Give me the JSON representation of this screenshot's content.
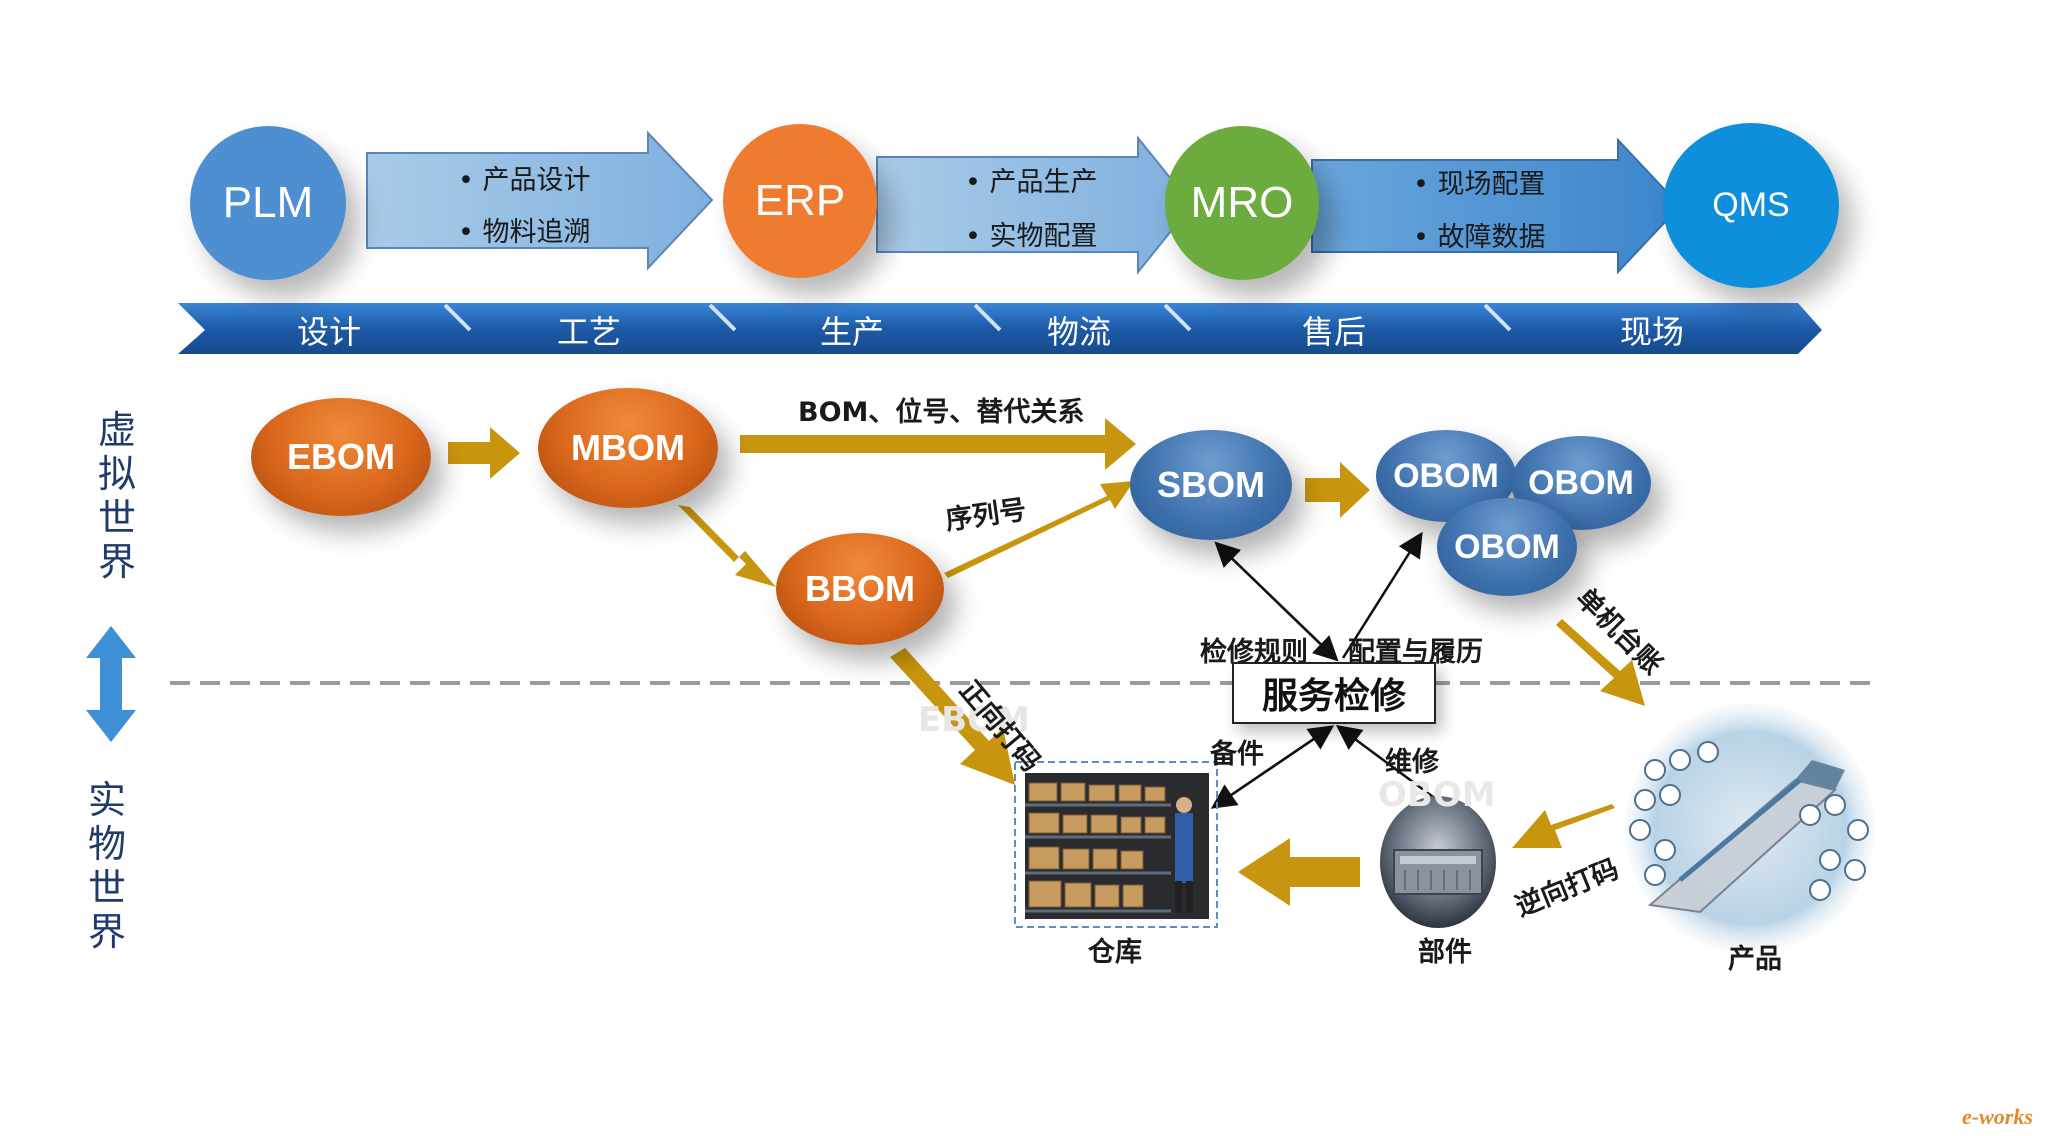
{
  "systems": {
    "plm": "PLM",
    "erp": "ERP",
    "mro": "MRO",
    "qms": "QMS"
  },
  "phase_notes": {
    "plm_erp": [
      "产品设计",
      "物料追溯"
    ],
    "erp_mro": [
      "产品生产",
      "实物配置"
    ],
    "mro_qms": [
      "现场配置",
      "故障数据"
    ]
  },
  "stages": [
    "设计",
    "工艺",
    "生产",
    "物流",
    "售后",
    "现场"
  ],
  "bom": {
    "ebom": "EBOM",
    "mbom": "MBOM",
    "bbom": "BBOM",
    "sbom": "SBOM",
    "obom": "OBOM"
  },
  "edge_labels": {
    "mbom_sbom": "BOM、位号、替代关系",
    "bbom_sbom": "序列号",
    "repair_rules": "检修规则",
    "config_history": "配置与履历",
    "single_ledger": "单机台账",
    "forward_code": "正向打码",
    "reverse_code": "逆向打码",
    "spare_parts": "备件",
    "maintenance": "维修"
  },
  "service_box": "服务检修",
  "ghost_text": {
    "ebom_ghost": "EBOM",
    "obom_ghost": "OBOM"
  },
  "worlds": {
    "virtual": "虚拟世界",
    "physical": "实物世界"
  },
  "physical": {
    "warehouse": "仓库",
    "part": "部件",
    "product": "产品"
  },
  "watermark": "e-works",
  "colors": {
    "plm": "#4d8fd0",
    "erp": "#ee7b30",
    "mro": "#6cab3d",
    "qms": "#0e8fdc",
    "arrow_gold": "#c8960e",
    "ribbon": "#1f5fae"
  }
}
